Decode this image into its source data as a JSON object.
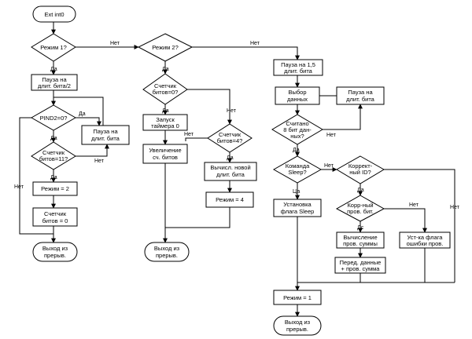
{
  "nodes": {
    "ext": "Ext int0",
    "rezhim1": "Режим 1?",
    "pauza_pol_1": "Пауза на",
    "pauza_pol_2": "длит. бита/2",
    "pind2": "PIND2=0?",
    "pauza_bit_a_1": "Пауза на",
    "pauza_bit_a_2": "длит. бита",
    "schet11_1": "Счетчик",
    "schet11_2": "битов=11?",
    "rezhim2set": "Режим = 2",
    "schet0_1": "Счетчик",
    "schet0_2": "битов = 0",
    "vyhod1_1": "Выход из",
    "vyhod1_2": "прерыв.",
    "rezhim2": "Режим 2?",
    "schet0q_1": "Счетчик",
    "schet0q_2": "битов=0?",
    "zapusk_1": "Запуск",
    "zapusk_2": "таймера 0",
    "uvel_1": "Увеличение",
    "uvel_2": "сч. битов",
    "schet4_1": "Счетчик",
    "schet4_2": "битов=4?",
    "vych_1": "Вычисл. новой",
    "vych_2": "длит. бита",
    "rezhim4": "Режим = 4",
    "vyhod2_1": "Выход из",
    "vyhod2_2": "прерыв.",
    "pauza15_1": "Пауза на 1,5",
    "pauza15_2": "длит. бита",
    "vybor_1": "Выбор",
    "vybor_2": "данных",
    "pauza_bit_b_1": "Пауза на",
    "pauza_bit_b_2": "длит. бита",
    "schitano_1": "Считано",
    "schitano_2": "8 бит дан-",
    "schitano_3": "ных?",
    "sleep_q_1": "Команда",
    "sleep_q_2": "Sleep?",
    "korrekt_1": "Коррект-",
    "korrekt_2": "ный ID?",
    "ustsleep_1": "Установка",
    "ustsleep_2": "флага Sleep",
    "korrsum_1": "Корр-ный",
    "korrsum_2": "пров. бит.",
    "vychsum_1": "Вычисление",
    "vychsum_2": "пров. суммы",
    "pered_1": "Перед. данные",
    "pered_2": "+ пров. сумма",
    "ustoshib_1": "Уст-ка флага",
    "ustoshib_2": "ошибки пров.",
    "rezhim1set": "Режим = 1",
    "vyhod3_1": "Выход из",
    "vyhod3_2": "прерыв."
  },
  "labels": {
    "yes": "Да",
    "no": "Нет",
    "yes_alt": "Ца",
    "yes_alt2": "Дс"
  }
}
